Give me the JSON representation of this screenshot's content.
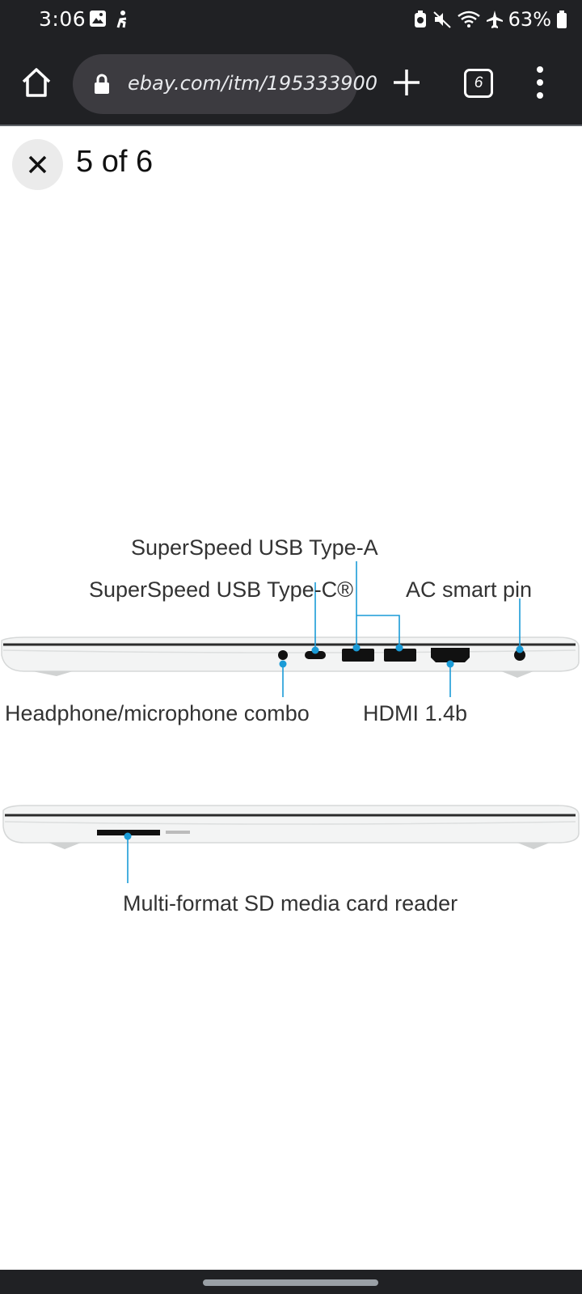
{
  "status_bar": {
    "time": "3:06",
    "battery": "63%"
  },
  "browser": {
    "url": "ebay.com/itm/195333900",
    "tab_count": "6"
  },
  "viewer": {
    "counter": "5 of 6"
  },
  "image_labels": {
    "usb_a": "SuperSpeed USB Type-A",
    "usb_c": "SuperSpeed USB Type-C®",
    "ac_pin": "AC smart pin",
    "headphone": "Headphone/microphone combo",
    "hdmi": "HDMI 1.4b",
    "sd_reader": "Multi-format SD media card reader"
  },
  "colors": {
    "bar_bg": "#202124",
    "url_bg": "#3c3b40",
    "callout": "#1a9bd7"
  }
}
